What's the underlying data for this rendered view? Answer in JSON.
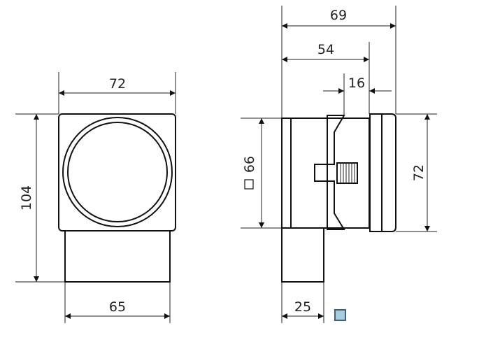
{
  "front_view": {
    "width_top": "72",
    "height": "104",
    "width_bottom": "65"
  },
  "side_view": {
    "overall_depth": "69",
    "depth_to_bezel": "54",
    "bezel_depth": "16",
    "cutout": "66",
    "bezel_height": "72",
    "rear_width": "25"
  },
  "colors": {
    "line": "#111111",
    "marker_fill": "#a4cde0",
    "marker_stroke": "#4a5d6e"
  }
}
